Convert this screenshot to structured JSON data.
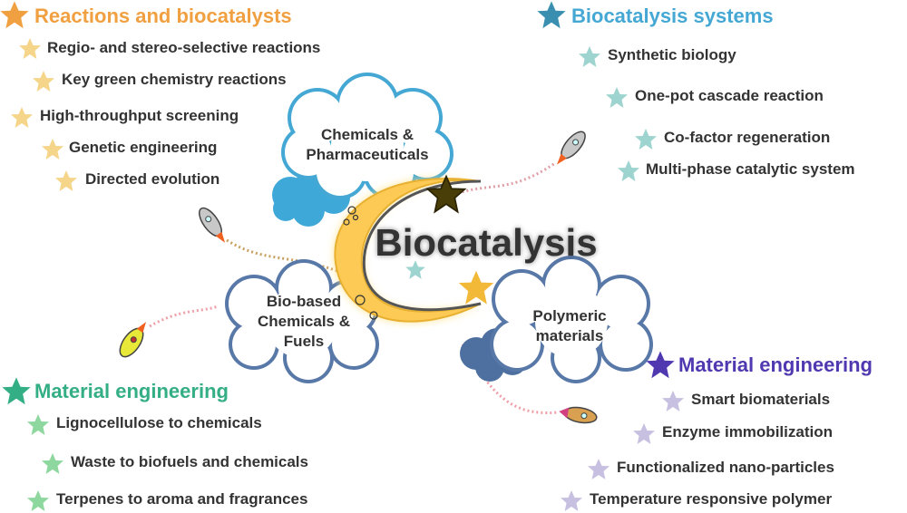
{
  "center_title": "Biocatalysis",
  "colors": {
    "orange": "#F0A040",
    "blue": "#45A8D4",
    "green": "#34AE84",
    "purple": "#5038B0"
  },
  "clouds": {
    "chemicals": "Chemicals & Pharmaceuticals",
    "biobased": "Bio-based Chemicals & Fuels",
    "polymeric": "Polymeric materials"
  },
  "groups": [
    {
      "heading": "Reactions and biocatalysts",
      "items": [
        "Regio- and stereo-selective reactions",
        "Key green chemistry reactions",
        "High-throughput screening",
        "Genetic engineering",
        "Directed evolution"
      ]
    },
    {
      "heading": "Biocatalysis systems",
      "items": [
        "Synthetic biology",
        "One-pot cascade reaction",
        "Co-factor regeneration",
        "Multi-phase catalytic system"
      ]
    },
    {
      "heading": "Material engineering",
      "items": [
        "Lignocellulose to chemicals",
        "Waste to biofuels and chemicals",
        "Terpenes to aroma and fragrances"
      ]
    },
    {
      "heading": "Material engineering",
      "items": [
        "Smart biomaterials",
        "Enzyme immobilization",
        "Functionalized nano-particles",
        "Temperature responsive polymer"
      ]
    }
  ]
}
